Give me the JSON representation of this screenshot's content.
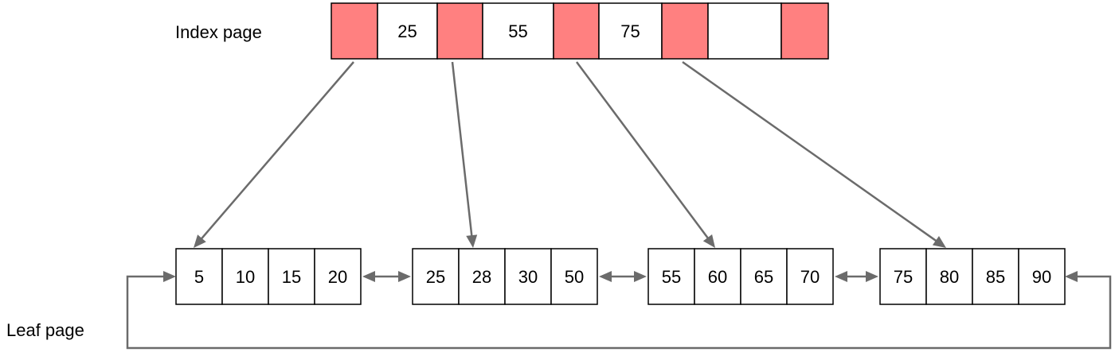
{
  "labels": {
    "index_page": "Index page",
    "leaf_page": "Leaf page"
  },
  "colors": {
    "pointer_fill": "#ff8080",
    "cell_fill": "#ffffff",
    "arrow": "#6b6b6b"
  },
  "index_page": {
    "cells": [
      {
        "type": "pointer",
        "value": ""
      },
      {
        "type": "key",
        "value": "25"
      },
      {
        "type": "pointer",
        "value": ""
      },
      {
        "type": "key",
        "value": "55"
      },
      {
        "type": "pointer",
        "value": ""
      },
      {
        "type": "key",
        "value": "75"
      },
      {
        "type": "pointer",
        "value": ""
      },
      {
        "type": "key",
        "value": ""
      },
      {
        "type": "pointer",
        "value": ""
      }
    ]
  },
  "leaf_pages": [
    {
      "keys": [
        "5",
        "10",
        "15",
        "20"
      ]
    },
    {
      "keys": [
        "25",
        "28",
        "30",
        "50"
      ]
    },
    {
      "keys": [
        "55",
        "60",
        "65",
        "70"
      ]
    },
    {
      "keys": [
        "75",
        "80",
        "85",
        "90"
      ]
    }
  ],
  "pointers": [
    {
      "from_index_cell": 0,
      "to_leaf": 0
    },
    {
      "from_index_cell": 2,
      "to_leaf": 1
    },
    {
      "from_index_cell": 4,
      "to_leaf": 2
    },
    {
      "from_index_cell": 6,
      "to_leaf": 3
    }
  ],
  "leaf_links": "bidirectional-chain-circular"
}
